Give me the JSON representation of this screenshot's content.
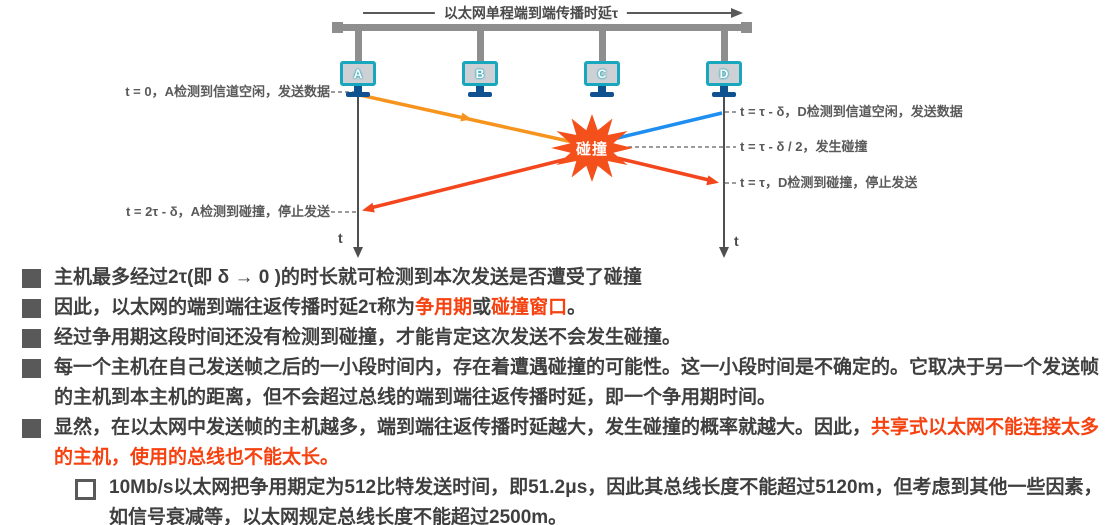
{
  "diagram": {
    "top_arrow_label": "以太网单程端到端传播时延τ",
    "hosts": [
      "A",
      "B",
      "C",
      "D"
    ],
    "collision_label": "碰撞",
    "time_axis_label": "t",
    "left_labels": [
      {
        "text": "t = 0，A检测到信道空闲，发送数据"
      },
      {
        "text": "t = 2τ - δ，A检测到碰撞，停止发送"
      }
    ],
    "right_labels": [
      {
        "text": "t = τ - δ，D检测到信道空闲，发送数据"
      },
      {
        "text": "t = τ - δ / 2，发生碰撞"
      },
      {
        "text": "t = τ，D检测到碰撞，停止发送"
      }
    ],
    "colors": {
      "bus_gray": "#8e8e8e",
      "monitor_teal": "#18a7bd",
      "stand_blue": "#10518f",
      "signal_a_orange": "#f7941e",
      "signal_d_blue": "#1e8ef0",
      "collision_red": "#f4461c",
      "burst_fill": "#f4501c",
      "label_gray": "#5a5a5a",
      "highlight_red": "#f54210"
    }
  },
  "bullets": [
    {
      "marker": "filled",
      "indent": false,
      "segments": [
        {
          "text": "主机最多经过2τ(即 δ → 0 )的时长就可检测到本次发送是否遭受了碰撞"
        }
      ]
    },
    {
      "marker": "filled",
      "indent": false,
      "segments": [
        {
          "text": "因此，以太网的端到端往返传播时延2τ称为"
        },
        {
          "text": "争用期",
          "red": true
        },
        {
          "text": "或"
        },
        {
          "text": "碰撞窗口",
          "red": true
        },
        {
          "text": "。"
        }
      ]
    },
    {
      "marker": "filled",
      "indent": false,
      "segments": [
        {
          "text": "经过争用期这段时间还没有检测到碰撞，才能肯定这次发送不会发生碰撞。"
        }
      ]
    },
    {
      "marker": "filled",
      "indent": false,
      "segments": [
        {
          "text": "每一个主机在自己发送帧之后的一小段时间内，存在着遭遇碰撞的可能性。这一小段时间是不确定的。它取决于另一个发送帧的主机到本主机的距离，但不会超过总线的端到端往返传播时延，即一个争用期时间。"
        }
      ]
    },
    {
      "marker": "filled",
      "indent": false,
      "segments": [
        {
          "text": "显然，在以太网中发送帧的主机越多，端到端往返传播时延越大，发生碰撞的概率就越大。因此，"
        },
        {
          "text": "共享式以太网不能连接太多的主机，使用的总线也不能太长。",
          "red": true
        }
      ]
    },
    {
      "marker": "hollow",
      "indent": true,
      "segments": [
        {
          "text": "10Mb/s以太网把争用期定为512比特发送时间，即51.2μs，因此其总线长度不能超过5120m，但考虑到其他一些因素，如信号衰减等，以太网规定总线长度不能超过2500m。"
        }
      ]
    }
  ]
}
